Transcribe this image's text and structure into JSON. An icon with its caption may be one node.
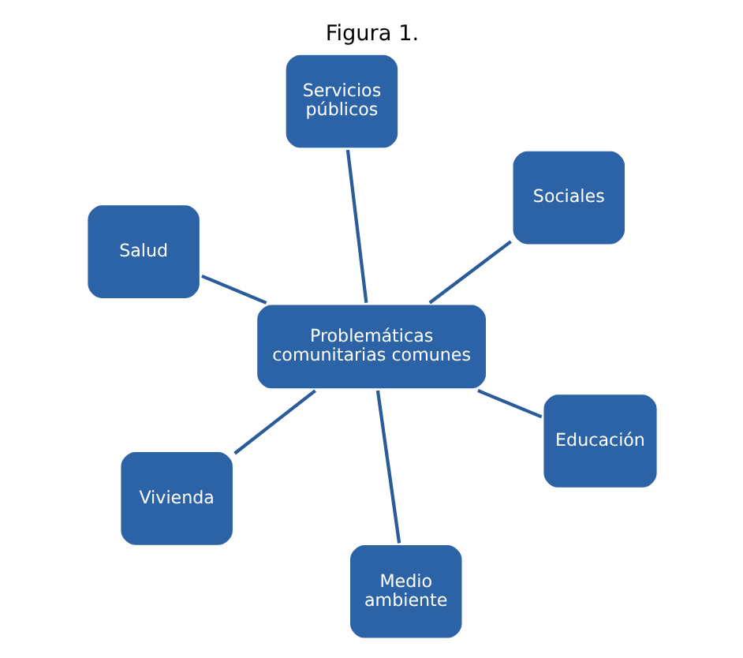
{
  "diagram": {
    "title": "Figura 1.",
    "nodes": [
      {
        "text": [
          "Salud"
        ]
      },
      {
        "text": [
          "Educación"
        ]
      },
      {
        "text": [
          "Medio ambiente"
        ]
      },
      {
        "text": [
          "Problemáticas comunitarias comunes"
        ]
      },
      {
        "text": [
          "Sociales"
        ]
      },
      {
        "text": [
          "Servicios públicos"
        ]
      },
      {
        "text": [
          "Vivienda"
        ]
      }
    ],
    "edges": [
      {
        "from": 3,
        "to": 0,
        "arrow": "none"
      },
      {
        "from": 3,
        "to": 1,
        "arrow": "none"
      },
      {
        "from": 3,
        "to": 2,
        "arrow": "none"
      },
      {
        "from": 3,
        "to": 4,
        "arrow": "none"
      },
      {
        "from": 3,
        "to": 5,
        "arrow": "none"
      },
      {
        "from": 3,
        "to": 6,
        "arrow": "none"
      }
    ]
  }
}
